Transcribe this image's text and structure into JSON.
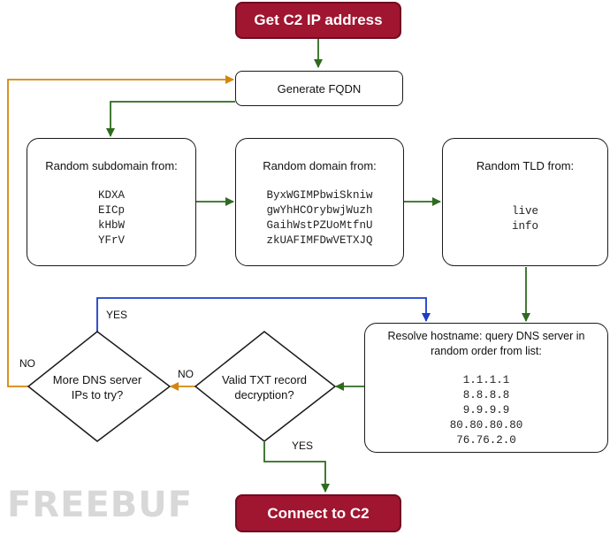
{
  "colors": {
    "terminal_fill": "#a01530",
    "edge_green": "#2e6b1f",
    "edge_orange": "#d4860b",
    "edge_blue": "#1a3ec8"
  },
  "nodes": {
    "start": "Get C2 IP address",
    "generate": "Generate FQDN",
    "subdomain": {
      "title": "Random subdomain from:",
      "items": [
        "KDXA",
        "EICp",
        "kHbW",
        "YFrV"
      ]
    },
    "domain": {
      "title": "Random domain from:",
      "items": [
        "ByxWGIMPbwiSkniw",
        "gwYhHCOrybwjWuzh",
        "GaihWstPZUoMtfnU",
        "zkUAFIMFDwVETXJQ"
      ]
    },
    "tld": {
      "title": "Random TLD from:",
      "items": [
        "live",
        "info"
      ]
    },
    "resolve": {
      "title_line1": "Resolve hostname: query DNS server in",
      "title_line2": "random order from list:",
      "items": [
        "1.1.1.1",
        "8.8.8.8",
        "9.9.9.9",
        "80.80.80.80",
        "76.76.2.0"
      ]
    },
    "valid": {
      "line1": "Valid TXT record",
      "line2": "decryption?"
    },
    "more": {
      "line1": "More DNS server",
      "line2": "IPs to try?"
    },
    "end": "Connect to C2"
  },
  "edge_labels": {
    "more_yes": "YES",
    "more_no": "NO",
    "valid_no": "NO",
    "valid_yes": "YES"
  },
  "watermark": "FREEBUF"
}
